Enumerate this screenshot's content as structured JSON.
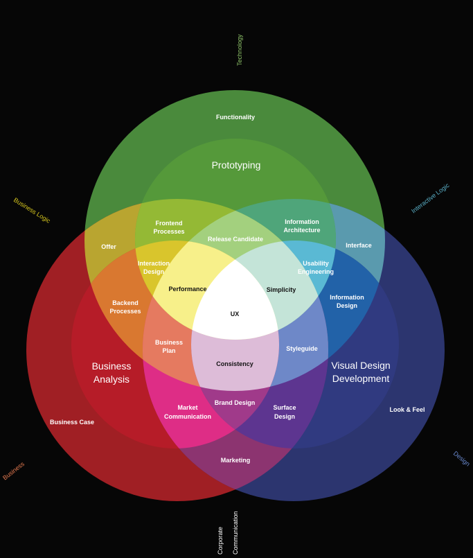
{
  "outer_labels": {
    "technology": "Technology",
    "business_logic": "Business Logic",
    "interactive_logic": "Interactive Logic",
    "business": "Business",
    "design": "Design",
    "corporate": "Corporate",
    "communication": "Communication"
  },
  "outer_label_colors": {
    "technology": "#8fc46a",
    "business_logic": "#d8c81e",
    "interactive_logic": "#5ab0c8",
    "business": "#e57a50",
    "design": "#6a8ad0",
    "corporate": "#ffffff"
  },
  "circles": {
    "main": [
      "Prototyping",
      "Business",
      "Analysis",
      "Visual Design",
      "Development"
    ]
  },
  "regions": {
    "functionality": "Functionality",
    "frontend_1": "Frontend",
    "frontend_2": "Processes",
    "info_arch_1": "Information",
    "info_arch_2": "Architecture",
    "release": "Release Candidate",
    "offer": "Offer",
    "interface": "Interface",
    "interaction_1": "Interaction",
    "interaction_2": "Design",
    "usability_1": "Usability",
    "usability_2": "Engineering",
    "performance": "Performance",
    "simplicity": "Simplicity",
    "backend_1": "Backend",
    "backend_2": "Processes",
    "info_design_1": "Information",
    "info_design_2": "Design",
    "ux": "UX",
    "bplan_1": "Business",
    "bplan_2": "Plan",
    "styleguide": "Styleguide",
    "consistency": "Consistency",
    "brand": "Brand Design",
    "market_1": "Market",
    "market_2": "Communication",
    "surface_1": "Surface",
    "surface_2": "Design",
    "business_case": "Business Case",
    "look_feel": "Look & Feel",
    "marketing": "Marketing"
  },
  "region_colors": {
    "100": "#4a8a3c",
    "200": "#55993a",
    "010": "#a01f24",
    "020": "#b61c28",
    "001": "#2c356f",
    "002": "#303a80",
    "110": "#b9a530",
    "210": "#94b935",
    "120": "#d97830",
    "220": "#d9c52c",
    "101": "#5a9aae",
    "201": "#4fa57a",
    "102": "#2262a8",
    "202": "#5ab9d4",
    "011": "#8c3470",
    "021": "#de2d86",
    "012": "#5d3590",
    "022": "#a03a8a",
    "111": "#c08a70",
    "211": "#a3d07e",
    "121": "#e57a60",
    "221": "#f7f08a",
    "112": "#6e88c8",
    "212": "#c4e4d8",
    "122": "#ddbcd8",
    "222": "#ffffff"
  }
}
